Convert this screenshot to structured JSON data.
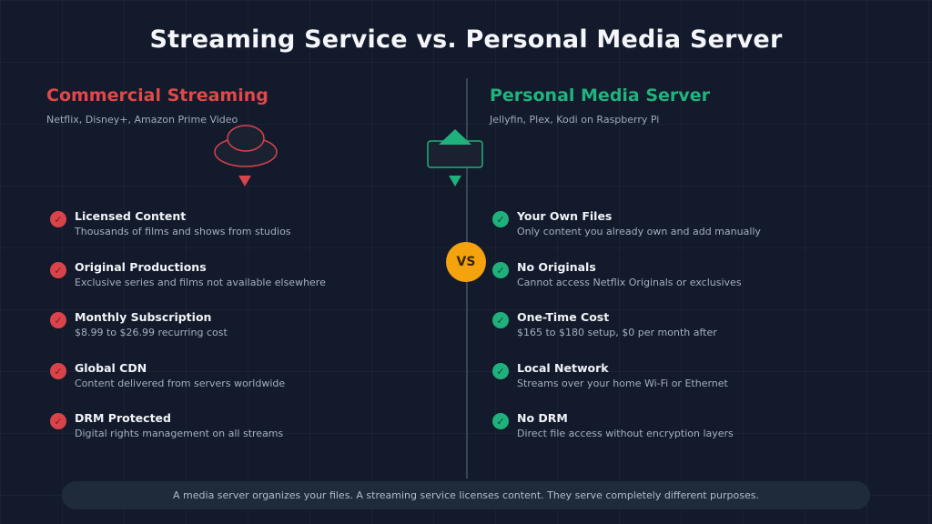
{
  "title": "Streaming Service vs. Personal Media Server",
  "left": {
    "heading": "Commercial Streaming",
    "subtitle": "Netflix, Disney+, Amazon Prime Video",
    "color": "#e0484a",
    "icon": "cloud-icon",
    "items": [
      {
        "title": "Licensed Content",
        "desc": "Thousands of films and shows from studios"
      },
      {
        "title": "Original Productions",
        "desc": "Exclusive series and films not available elsewhere"
      },
      {
        "title": "Monthly Subscription",
        "desc": "$8.99 to $26.99 recurring cost"
      },
      {
        "title": "Global CDN",
        "desc": "Content delivered from servers worldwide"
      },
      {
        "title": "DRM Protected",
        "desc": "Digital rights management on all streams"
      }
    ]
  },
  "right": {
    "heading": "Personal Media Server",
    "subtitle": "Jellyfin, Plex, Kodi on Raspberry Pi",
    "color": "#21b37e",
    "icon": "server-box-icon",
    "items": [
      {
        "title": "Your Own Files",
        "desc": "Only content you already own and add manually"
      },
      {
        "title": "No Originals",
        "desc": "Cannot access Netflix Originals or exclusives"
      },
      {
        "title": "One-Time Cost",
        "desc": "$165 to $180 setup, $0 per month after"
      },
      {
        "title": "Local Network",
        "desc": "Streams over your home Wi-Fi or Ethernet"
      },
      {
        "title": "No DRM",
        "desc": "Direct file access without encryption layers"
      }
    ]
  },
  "vs_label": "VS",
  "vs_color": "#f5a20f",
  "check_glyph": "✓",
  "footer": "A media server organizes your files. A streaming service licenses content. They serve completely different purposes."
}
